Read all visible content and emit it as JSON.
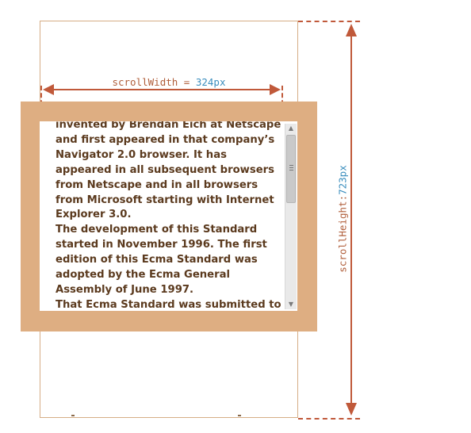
{
  "scroll_width": {
    "prop": "scrollWidth",
    "eq": " = ",
    "value": "324px"
  },
  "scroll_height": {
    "prop": "scrollHeight",
    "sep": ":",
    "value": "723px"
  },
  "content_paragraphs": [
    "invented by Brendan Eich at Netscape and first appeared in that company’s Navigator 2.0 browser. It has appeared in all subsequent browsers from Netscape and in all browsers from Microsoft starting with Internet Explorer 3.0.",
    "The development of this Standard started in November 1996. The first edition of this Ecma Standard was adopted by the Ecma General Assembly of June 1997.",
    "That Ecma Standard was submitted to"
  ],
  "scrollbar": {
    "up_arrow": "▲",
    "down_arrow": "▼"
  },
  "colors": {
    "element_border": "#deae82",
    "arrow": "#c0593a",
    "text": "#5b3a1e",
    "label": "#b05e3a",
    "number": "#3a8dbd"
  }
}
